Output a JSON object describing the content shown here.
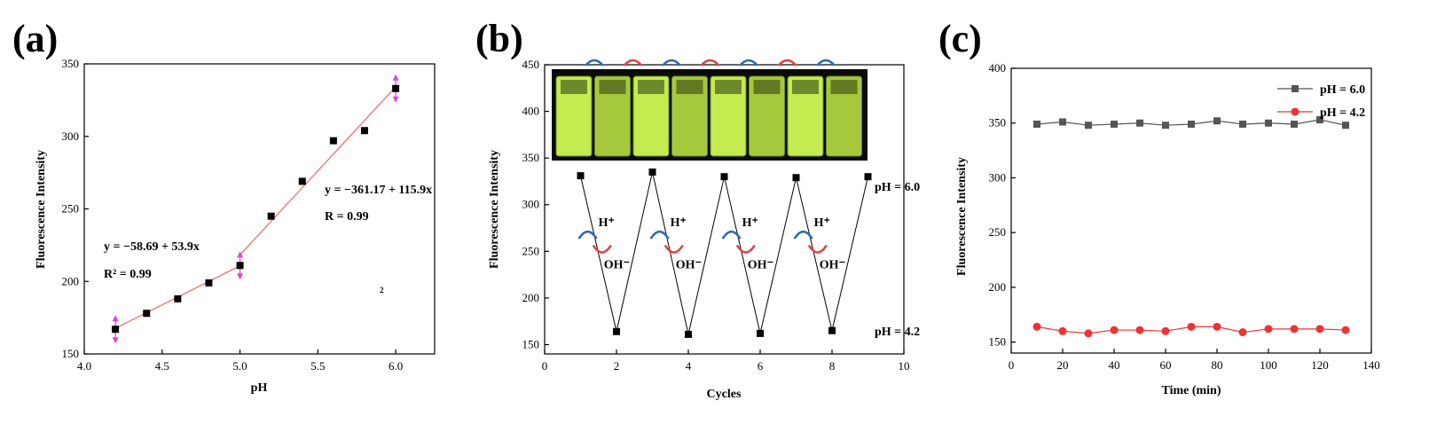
{
  "panels": {
    "a": {
      "label": "(a)"
    },
    "b": {
      "label": "(b)"
    },
    "c": {
      "label": "(c)"
    }
  },
  "chart_data": [
    {
      "type": "scatter",
      "panel": "(a)",
      "xlabel": "pH",
      "ylabel": "Fluorescence Intensity",
      "xlim": [
        4.0,
        6.25
      ],
      "ylim": [
        150,
        350
      ],
      "xticks": [
        "4.0",
        "4.5",
        "5.0",
        "5.5",
        "6.0"
      ],
      "yticks": [
        "150",
        "200",
        "250",
        "300",
        "350"
      ],
      "points": [
        {
          "x": 4.2,
          "y": 167
        },
        {
          "x": 4.4,
          "y": 178
        },
        {
          "x": 4.6,
          "y": 188
        },
        {
          "x": 4.8,
          "y": 199
        },
        {
          "x": 5.0,
          "y": 211
        },
        {
          "x": 5.2,
          "y": 245
        },
        {
          "x": 5.4,
          "y": 269
        },
        {
          "x": 5.6,
          "y": 297
        },
        {
          "x": 5.8,
          "y": 304
        },
        {
          "x": 6.0,
          "y": 333
        }
      ],
      "fits": [
        {
          "x": [
            4.2,
            5.0
          ],
          "y": [
            167.7,
            210.8
          ]
        },
        {
          "x": [
            5.0,
            6.0
          ],
          "y": [
            218.3,
            334.2
          ]
        }
      ],
      "arrow_marker_x": [
        4.2,
        5.0,
        6.0
      ],
      "annotations": {
        "fit1_eq": "y = −58.69 + 53.9x",
        "fit1_r": "R² = 0.99",
        "fit2_eq": "y = −361.17 + 115.9x",
        "fit2_r": "R  = 0.99",
        "stray": "2"
      }
    },
    {
      "type": "line",
      "panel": "(b)",
      "xlabel": "Cycles",
      "ylabel": "Fluorescence Intensity",
      "xlim": [
        0,
        10
      ],
      "ylim": [
        140,
        450
      ],
      "xticks": [
        "0",
        "2",
        "4",
        "6",
        "8",
        "10"
      ],
      "yticks": [
        "150",
        "200",
        "250",
        "300",
        "350",
        "400",
        "450"
      ],
      "points": [
        {
          "x": 1,
          "y": 331
        },
        {
          "x": 2,
          "y": 164
        },
        {
          "x": 3,
          "y": 335
        },
        {
          "x": 4,
          "y": 161
        },
        {
          "x": 5,
          "y": 330
        },
        {
          "x": 6,
          "y": 162
        },
        {
          "x": 7,
          "y": 329
        },
        {
          "x": 8,
          "y": 165
        },
        {
          "x": 9,
          "y": 330
        }
      ],
      "labels": {
        "high": "pH = 6.0",
        "low": "pH = 4.2",
        "acid": "H⁺",
        "base": "OH⁻"
      },
      "colors": {
        "acid_arrow": "#2b6cb0",
        "base_arrow": "#e53e3e",
        "cuvette": "#c8ee55",
        "photo_bg": "#0a0a0a"
      }
    },
    {
      "type": "line",
      "panel": "(c)",
      "xlabel": "Time (min)",
      "ylabel": "Fluorescence Intensity",
      "xlim": [
        0,
        140
      ],
      "ylim": [
        140,
        400
      ],
      "xticks": [
        "0",
        "20",
        "40",
        "60",
        "80",
        "100",
        "120",
        "140"
      ],
      "yticks": [
        "150",
        "200",
        "250",
        "300",
        "350",
        "400"
      ],
      "x": [
        10,
        20,
        30,
        40,
        50,
        60,
        70,
        80,
        90,
        100,
        110,
        120,
        130
      ],
      "series": [
        {
          "name": "pH = 6.0",
          "color": "#555555",
          "marker": "square",
          "values": [
            349,
            351,
            348,
            349,
            350,
            348,
            349,
            352,
            349,
            350,
            349,
            353,
            348
          ]
        },
        {
          "name": "pH = 4.2",
          "color": "#ee3333",
          "marker": "circle",
          "values": [
            164,
            160,
            158,
            161,
            161,
            160,
            164,
            164,
            159,
            162,
            162,
            162,
            161
          ]
        }
      ],
      "legend": "top-right"
    }
  ]
}
